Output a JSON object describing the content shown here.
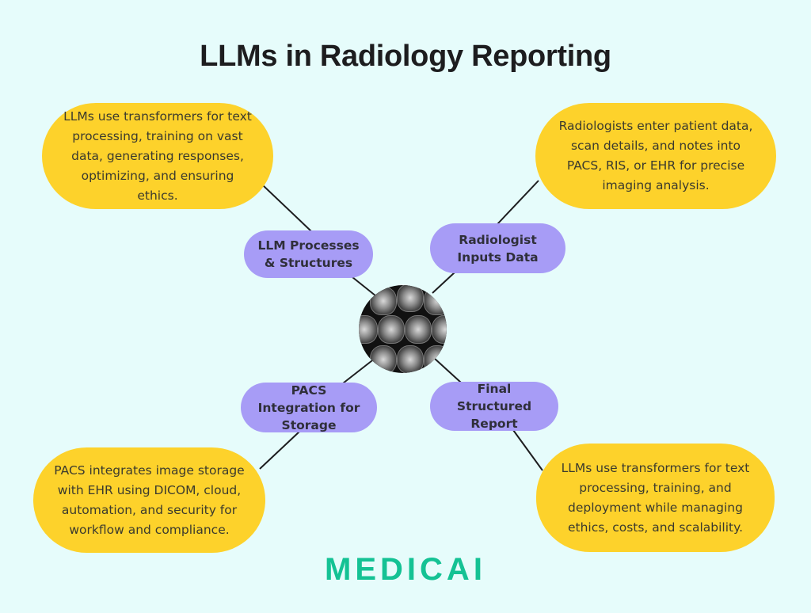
{
  "title": "LLMs in Radiology Reporting",
  "hub": {
    "icon": "brain-mri-scans-icon"
  },
  "nodes": [
    {
      "id": "llm-processes",
      "label": "LLM Processes & Structures",
      "detail": "LLMs use transformers for text processing, training on vast data, generating responses, optimizing, and ensuring ethics."
    },
    {
      "id": "radiologist-inputs",
      "label": "Radiologist Inputs Data",
      "detail": "Radiologists enter patient data, scan details, and notes into PACS, RIS, or EHR for precise imaging analysis."
    },
    {
      "id": "pacs-integration",
      "label": "PACS Integration for Storage",
      "detail": "PACS integrates image storage with EHR using DICOM, cloud, automation, and security for workflow and compliance."
    },
    {
      "id": "final-report",
      "label": "Final Structured Report",
      "detail": "LLMs use transformers for text processing, training, and deployment while managing ethics, costs, and scalability."
    }
  ],
  "brand": {
    "name": "MEDICAI",
    "color": "#14c294"
  },
  "colors": {
    "background": "#e6fcfb",
    "detail_box": "#fdd22b",
    "node_pill": "#a79cf6",
    "connector": "#1d1d1f"
  }
}
